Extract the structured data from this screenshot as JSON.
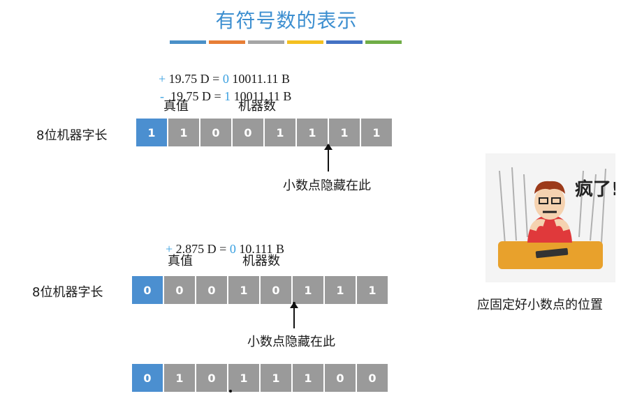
{
  "title": "有符号数的表示",
  "color_bars": [
    "#4a90c8",
    "#e77e36",
    "#a5a5a5",
    "#f4c020",
    "#4472c4",
    "#70ad47"
  ],
  "eq1": {
    "sign": "+",
    "left": " 19.75 D = ",
    "bit": "0",
    "right": " 10011.11 B"
  },
  "eq2": {
    "sign": "-",
    "left": "  19.75 D = ",
    "bit": "1",
    "right": " 10011.11 B"
  },
  "eq3": {
    "sign": "+",
    "left": " 2.875 D = ",
    "bit": "0",
    "right": " 10.111 B"
  },
  "labels": {
    "true_value": "真值",
    "machine_number": "机器数",
    "word_length": "8位机器字长",
    "hidden_point": "小数点隐藏在此",
    "fix_point_note": "应固定好小数点的位置"
  },
  "row1": [
    "1",
    "1",
    "0",
    "0",
    "1",
    "1",
    "1",
    "1"
  ],
  "row2": [
    "0",
    "0",
    "0",
    "1",
    "0",
    "1",
    "1",
    "1"
  ],
  "row3": [
    "0",
    "1",
    "0",
    "1",
    "1",
    "1",
    "0",
    "0"
  ],
  "cartoon": {
    "caption": "疯了!"
  },
  "colors": {
    "accent": "#3d8fd0",
    "sign_cell": "#4b8fd0",
    "cell": "#9a9a9a"
  }
}
